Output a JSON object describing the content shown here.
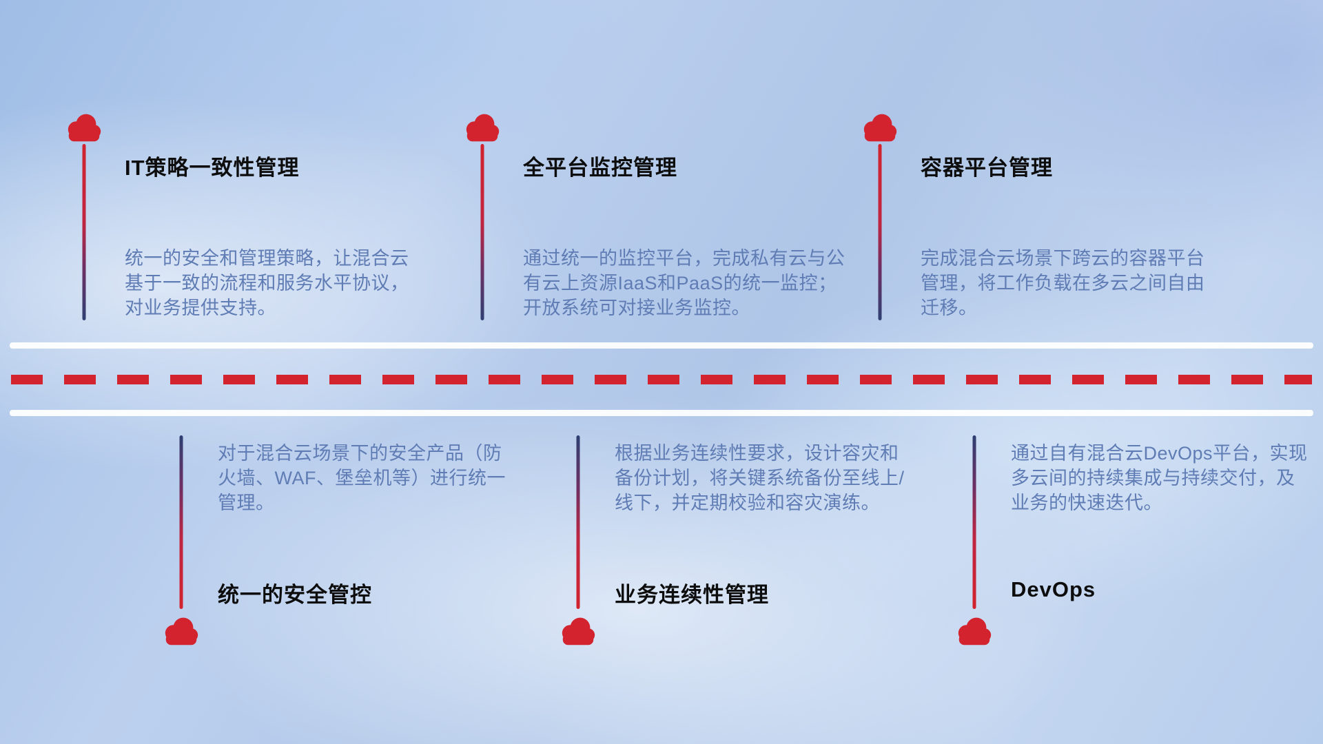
{
  "top_items": [
    {
      "title": "IT策略一致性管理",
      "description": "统一的安全和管理策略，让混合云基于一致的流程和服务水平协议，对业务提供支持。"
    },
    {
      "title": "全平台监控管理",
      "description": "通过统一的监控平台，完成私有云与公有云上资源IaaS和PaaS的统一监控；开放系统可对接业务监控。"
    },
    {
      "title": "容器平台管理",
      "description": "完成混合云场景下跨云的容器平台管理，将工作负载在多云之间自由迁移。"
    }
  ],
  "bottom_items": [
    {
      "title": "统一的安全管控",
      "description": "对于混合云场景下的安全产品（防火墙、WAF、堡垒机等）进行统一管理。"
    },
    {
      "title": "业务连续性管理",
      "description": "根据业务连续性要求，设计容灾和备份计划，将关键系统备份至线上/线下，并定期校验和容灾演练。"
    },
    {
      "title": "DevOps",
      "description": "通过自有混合云DevOps平台，实现多云间的持续集成与持续交付，及业务的快速迭代。"
    }
  ],
  "icons": {
    "cloud": "cloud-icon"
  },
  "colors": {
    "cloud_red": "#d2232e",
    "line_navy": "#2e3f72",
    "title_text": "#0d0d0d",
    "description_text": "#5f7cb4",
    "road_white": "#ffffff",
    "dash_red": "#d2232e"
  }
}
